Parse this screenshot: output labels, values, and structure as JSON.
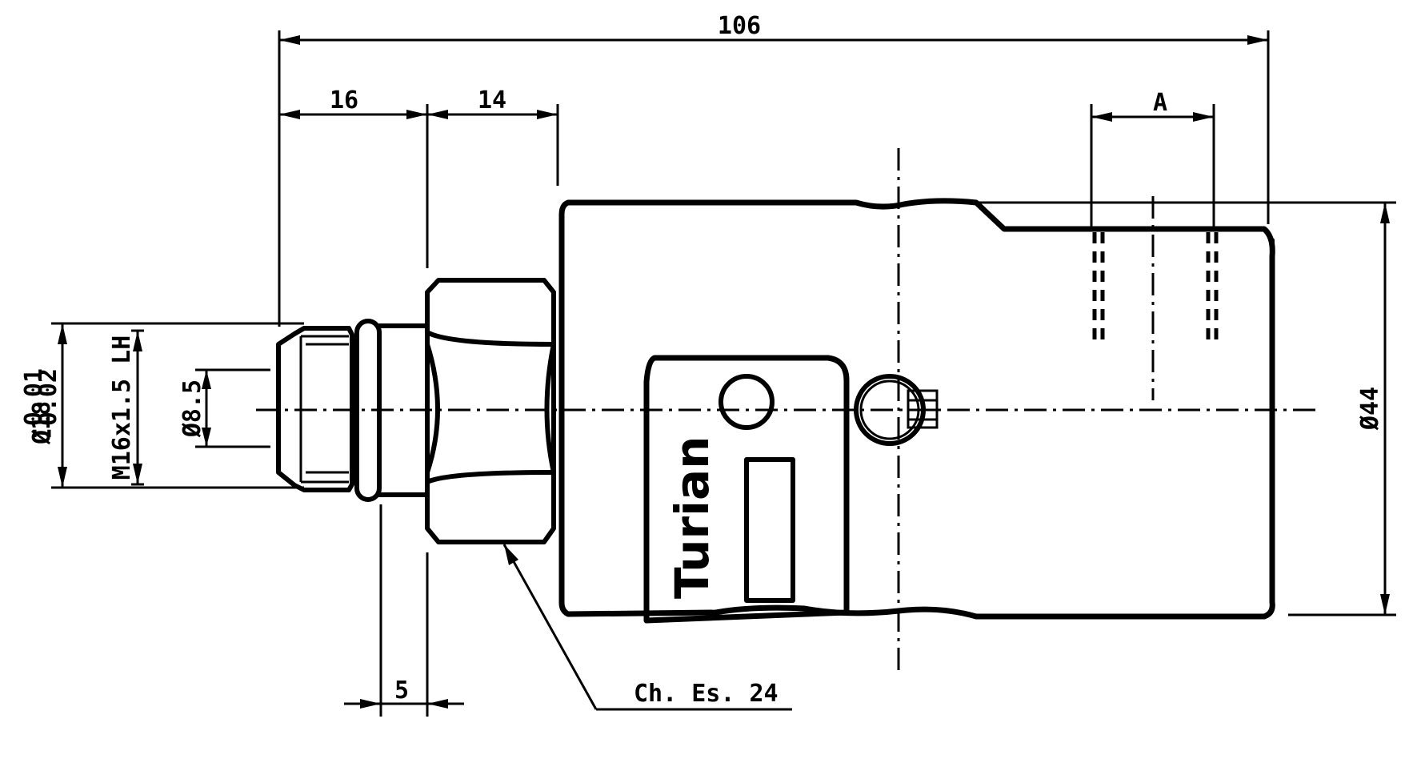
{
  "drawing": {
    "dimensions": {
      "overall_length": "106",
      "shaft_length": "16",
      "hex_length": "14",
      "groove_width": "5",
      "bearing_span": "A",
      "body_diameter": "Ø44",
      "shaft_diameter": "Ø18",
      "shaft_tol_upper": "-0.01",
      "shaft_tol_lower": "-0.02",
      "thread": "M16x1.5 LH",
      "bore_diameter": "Ø8.5"
    },
    "callout": {
      "wrench_size": "Ch. Es. 24"
    },
    "brand": {
      "logo_text": "Turian"
    }
  }
}
